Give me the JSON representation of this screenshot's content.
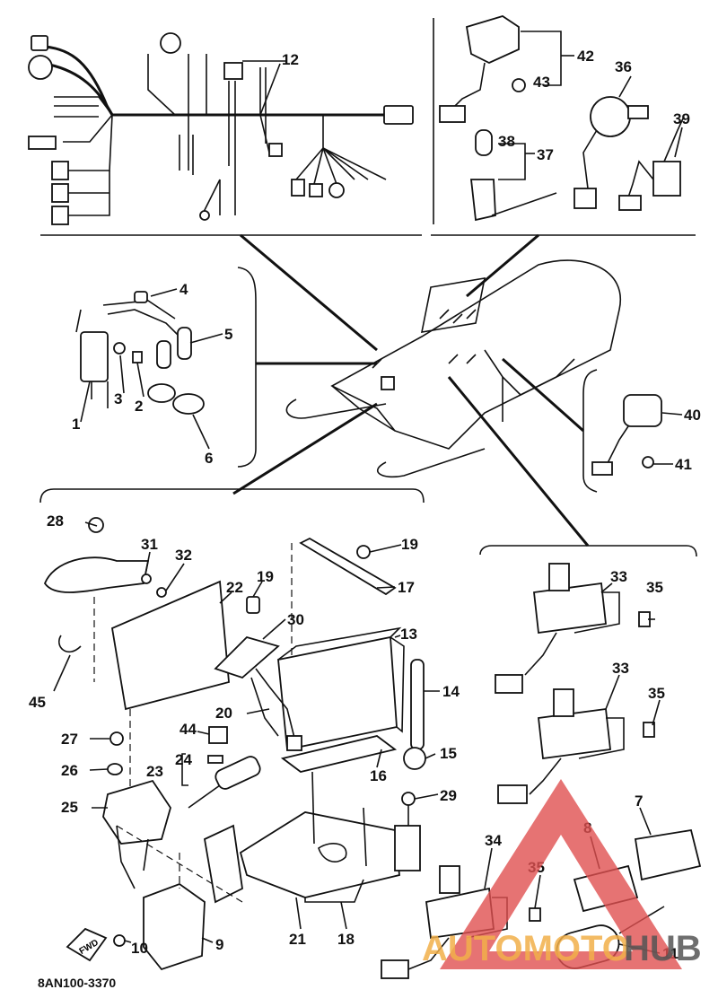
{
  "callouts": [
    {
      "id": "c1",
      "text": "1"
    },
    {
      "id": "c2",
      "text": "2"
    },
    {
      "id": "c3",
      "text": "3"
    },
    {
      "id": "c4",
      "text": "4"
    },
    {
      "id": "c5",
      "text": "5"
    },
    {
      "id": "c6",
      "text": "6"
    },
    {
      "id": "c7",
      "text": "7"
    },
    {
      "id": "c8",
      "text": "8"
    },
    {
      "id": "c9",
      "text": "9"
    },
    {
      "id": "c10",
      "text": "10"
    },
    {
      "id": "c11",
      "text": "11"
    },
    {
      "id": "c12",
      "text": "12"
    },
    {
      "id": "c13",
      "text": "13"
    },
    {
      "id": "c14",
      "text": "14"
    },
    {
      "id": "c15",
      "text": "15"
    },
    {
      "id": "c16",
      "text": "16"
    },
    {
      "id": "c17",
      "text": "17"
    },
    {
      "id": "c18",
      "text": "18"
    },
    {
      "id": "c19a",
      "text": "19"
    },
    {
      "id": "c19b",
      "text": "19"
    },
    {
      "id": "c20",
      "text": "20"
    },
    {
      "id": "c21",
      "text": "21"
    },
    {
      "id": "c22",
      "text": "22"
    },
    {
      "id": "c23",
      "text": "23"
    },
    {
      "id": "c24",
      "text": "24"
    },
    {
      "id": "c25",
      "text": "25"
    },
    {
      "id": "c26",
      "text": "26"
    },
    {
      "id": "c27",
      "text": "27"
    },
    {
      "id": "c28",
      "text": "28"
    },
    {
      "id": "c29",
      "text": "29"
    },
    {
      "id": "c30",
      "text": "30"
    },
    {
      "id": "c31",
      "text": "31"
    },
    {
      "id": "c32",
      "text": "32"
    },
    {
      "id": "c33a",
      "text": "33"
    },
    {
      "id": "c33b",
      "text": "33"
    },
    {
      "id": "c34",
      "text": "34"
    },
    {
      "id": "c35a",
      "text": "35"
    },
    {
      "id": "c35b",
      "text": "35"
    },
    {
      "id": "c35c",
      "text": "35"
    },
    {
      "id": "c36",
      "text": "36"
    },
    {
      "id": "c37",
      "text": "37"
    },
    {
      "id": "c38",
      "text": "38"
    },
    {
      "id": "c39",
      "text": "39"
    },
    {
      "id": "c40",
      "text": "40"
    },
    {
      "id": "c41",
      "text": "41"
    },
    {
      "id": "c42",
      "text": "42"
    },
    {
      "id": "c43",
      "text": "43"
    },
    {
      "id": "c44",
      "text": "44"
    },
    {
      "id": "c45",
      "text": "45"
    }
  ],
  "diagram_code": "8AN100-3370",
  "fwd_label": "FWD",
  "watermark": {
    "part1": "AUTOMOTO",
    "part2": "HUB",
    "color1": "#f2b04a",
    "color2": "#555555",
    "triangle_color": "#e05050"
  }
}
